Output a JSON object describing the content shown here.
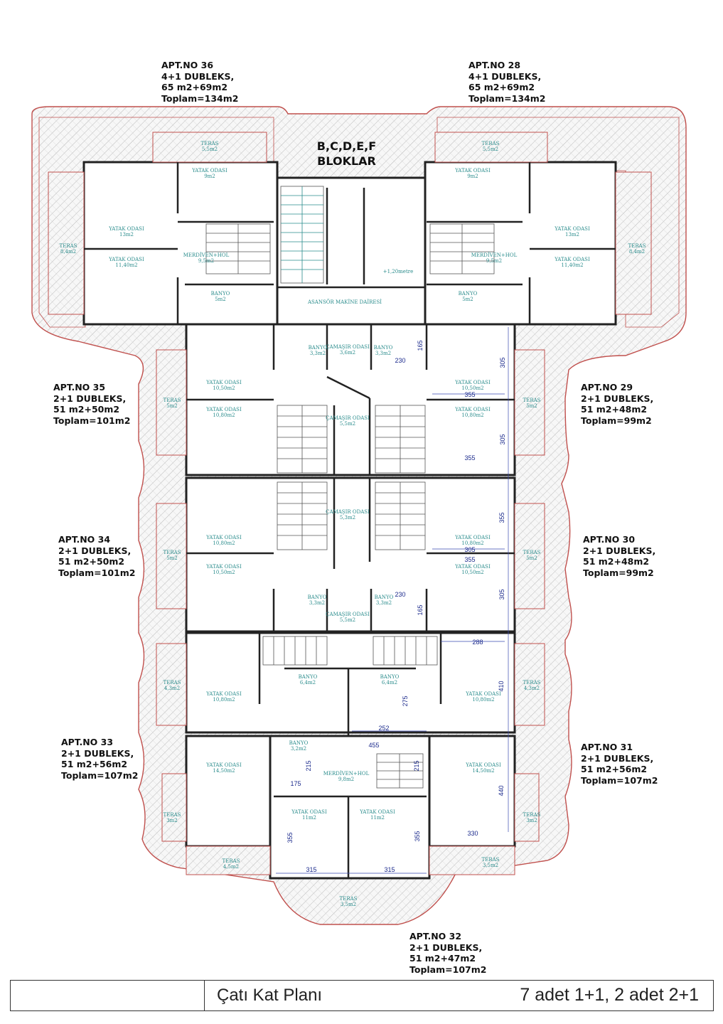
{
  "block_title": [
    "B,C,D,E,F",
    "BLOKLAR"
  ],
  "apartments": [
    {
      "id": "apt36",
      "lines": [
        "APT.NO 36",
        "4+1 DUBLEKS,",
        "65 m2+69m2",
        "Toplam=134m2"
      ]
    },
    {
      "id": "apt28",
      "lines": [
        "APT.NO 28",
        "4+1 DUBLEKS,",
        "65 m2+69m2",
        "Toplam=134m2"
      ]
    },
    {
      "id": "apt35",
      "lines": [
        "APT.NO 35",
        "2+1 DUBLEKS,",
        "51 m2+50m2",
        "Toplam=101m2"
      ]
    },
    {
      "id": "apt29",
      "lines": [
        "APT.NO 29",
        "2+1 DUBLEKS,",
        "51 m2+48m2",
        "Toplam=99m2"
      ]
    },
    {
      "id": "apt34",
      "lines": [
        "APT.NO 34",
        "2+1 DUBLEKS,",
        "51 m2+50m2",
        "Toplam=101m2"
      ]
    },
    {
      "id": "apt30",
      "lines": [
        "APT.NO 30",
        "2+1 DUBLEKS,",
        "51 m2+48m2",
        "Toplam=99m2"
      ]
    },
    {
      "id": "apt33",
      "lines": [
        "APT.NO 33",
        "2+1 DUBLEKS,",
        "51 m2+56m2",
        "Toplam=107m2"
      ]
    },
    {
      "id": "apt31",
      "lines": [
        "APT.NO 31",
        "2+1 DUBLEKS,",
        "51 m2+56m2",
        "Toplam=107m2"
      ]
    },
    {
      "id": "apt32",
      "lines": [
        "APT.NO 32",
        "2+1 DUBLEKS,",
        "51 m2+47m2",
        "Toplam=107m2"
      ]
    }
  ],
  "rooms": [
    {
      "name": "TERAS",
      "area": "5,5m2"
    },
    {
      "name": "TERAS",
      "area": "5,5m2"
    },
    {
      "name": "YATAK ODASI",
      "area": "9m2"
    },
    {
      "name": "YATAK ODASI",
      "area": "9m2"
    },
    {
      "name": "YATAK ODASI",
      "area": "13m2"
    },
    {
      "name": "YATAK ODASI",
      "area": "11,40m2"
    },
    {
      "name": "YATAK ODASI",
      "area": "13m2"
    },
    {
      "name": "YATAK ODASI",
      "area": "11,40m2"
    },
    {
      "name": "TERAS",
      "area": "8,4m2"
    },
    {
      "name": "TERAS",
      "area": "8,4m2"
    },
    {
      "name": "MERDİVEN+HOL",
      "area": "9,5m2"
    },
    {
      "name": "MERDİVEN+HOL",
      "area": "9,5m2"
    },
    {
      "name": "BANYO",
      "area": "5m2"
    },
    {
      "name": "BANYO",
      "area": "5m2"
    },
    {
      "name": "ASANSÖR MAKİNE DAİRESİ",
      "area": ""
    },
    {
      "name": "+1,20metre",
      "area": ""
    },
    {
      "name": "BANYO",
      "area": "3,3m2"
    },
    {
      "name": "ÇAMAŞIR ODASI",
      "area": "3,6m2"
    },
    {
      "name": "BANYO",
      "area": "3,3m2"
    },
    {
      "name": "YATAK ODASI",
      "area": "10,50m2"
    },
    {
      "name": "YATAK ODASI",
      "area": "10,80m2"
    },
    {
      "name": "YATAK ODASI",
      "area": "10,50m2"
    },
    {
      "name": "YATAK ODASI",
      "area": "10,80m2"
    },
    {
      "name": "TERAS",
      "area": "5m2"
    },
    {
      "name": "TERAS",
      "area": "5m2"
    },
    {
      "name": "ÇAMAŞIR ODASI",
      "area": "5,5m2"
    },
    {
      "name": "ÇAMAŞIR ODASI",
      "area": "5,3m2"
    },
    {
      "name": "YATAK ODASI",
      "area": "10,80m2"
    },
    {
      "name": "YATAK ODASI",
      "area": "10,50m2"
    },
    {
      "name": "YATAK ODASI",
      "area": "10,80m2"
    },
    {
      "name": "YATAK ODASI",
      "area": "10,50m2"
    },
    {
      "name": "TERAS",
      "area": "5m2"
    },
    {
      "name": "TERAS",
      "area": "5m2"
    },
    {
      "name": "BANYO",
      "area": "3,3m2"
    },
    {
      "name": "ÇAMAŞIR ODASI",
      "area": "5,5m2"
    },
    {
      "name": "BANYO",
      "area": "3,3m2"
    },
    {
      "name": "BANYO",
      "area": "6,4m2"
    },
    {
      "name": "BANYO",
      "area": "6,4m2"
    },
    {
      "name": "YATAK ODASI",
      "area": "10,80m2"
    },
    {
      "name": "YATAK ODASI",
      "area": "10,80m2"
    },
    {
      "name": "TERAS",
      "area": "4,3m2"
    },
    {
      "name": "TERAS",
      "area": "4,3m2"
    },
    {
      "name": "BANYO",
      "area": "3,2m2"
    },
    {
      "name": "MERDİVEN+HOL",
      "area": "9,8m2"
    },
    {
      "name": "YATAK ODASI",
      "area": "14,50m2"
    },
    {
      "name": "YATAK ODASI",
      "area": "14,50m2"
    },
    {
      "name": "YATAK ODASI",
      "area": "11m2"
    },
    {
      "name": "YATAK ODASI",
      "area": "11m2"
    },
    {
      "name": "TERAS",
      "area": "3m2"
    },
    {
      "name": "TERAS",
      "area": "3m2"
    },
    {
      "name": "TERAS",
      "area": "4,5m2"
    },
    {
      "name": "TERAS",
      "area": "3,5m2"
    },
    {
      "name": "TERAS",
      "area": "3,5m2"
    }
  ],
  "dimensions": [
    "165",
    "230",
    "305",
    "355",
    "305",
    "355",
    "305",
    "355",
    "355",
    "305",
    "230",
    "165",
    "288",
    "410",
    "275",
    "252",
    "455",
    "215",
    "215",
    "175",
    "440",
    "330",
    "355",
    "355",
    "315",
    "315"
  ],
  "footer": {
    "title": "Çatı Kat Planı",
    "summary": "7 adet 1+1, 2 adet 2+1"
  },
  "colors": {
    "wall": "#222222",
    "outline": "#c0504d",
    "room_text": "#2a8c8c",
    "dimension_text": "#1b2a8c",
    "hatch": "#b0b0b0"
  }
}
